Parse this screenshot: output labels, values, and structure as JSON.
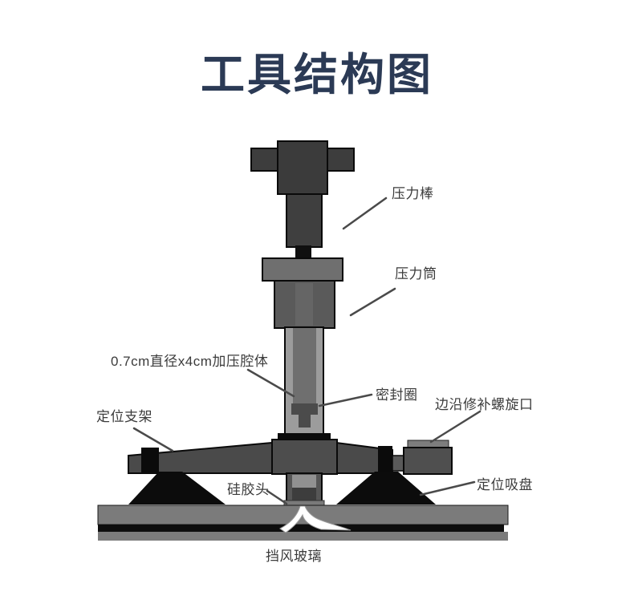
{
  "title": "工具结构图",
  "labels": {
    "pressure_rod": "压力棒",
    "pressure_cylinder": "压力筒",
    "pressure_chamber": "0.7cm直径x4cm加压腔体",
    "seal_ring": "密封圈",
    "edge_repair_screw_port": "边沿修补螺旋口",
    "positioning_bracket": "定位支架",
    "silicone_head": "硅胶头",
    "positioning_suction_cup": "定位吸盘",
    "windshield": "挡风玻璃"
  },
  "colors": {
    "background": "#ffffff",
    "title_text": "#2b3a55",
    "label_text": "#3b3b3b",
    "leader_line": "#4a4a4a",
    "handle_metal": "#3d3d3d",
    "cylinder_flange": "#6f6f6f",
    "cylinder_body": "#5a5a5a",
    "tube_light": "#9c9c9c",
    "tube_inner_column": "#6f6f6f",
    "crossbar_metal": "#4a4a4a",
    "suction_cone": "#0c0c0c",
    "screw_port_box": "#4f4f4f",
    "silicone_head_block": "#3d3d3d",
    "glass_gray": "#7b7b7b",
    "glass_black_layer": "#0d0d0d",
    "crack_white": "#ffffff"
  }
}
